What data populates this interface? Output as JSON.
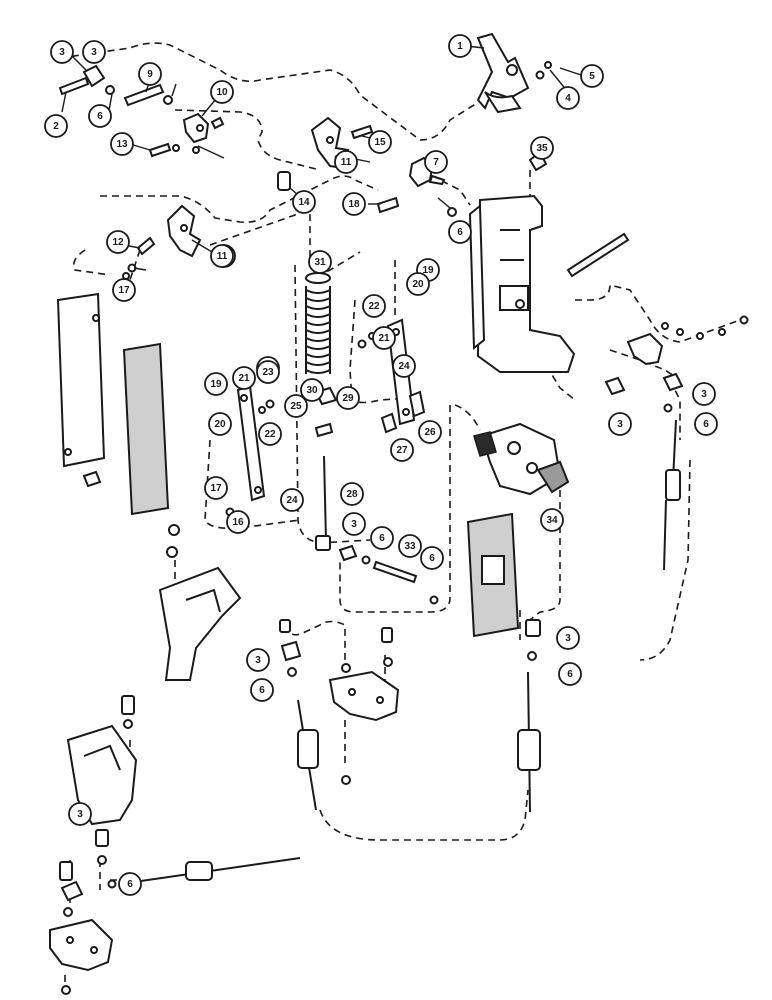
{
  "callouts": [
    {
      "n": "1"
    },
    {
      "n": "2"
    },
    {
      "n": "3"
    },
    {
      "n": "4"
    },
    {
      "n": "5"
    },
    {
      "n": "6"
    },
    {
      "n": "7"
    },
    {
      "n": "9"
    },
    {
      "n": "10"
    },
    {
      "n": "11"
    },
    {
      "n": "12"
    },
    {
      "n": "13"
    },
    {
      "n": "14"
    },
    {
      "n": "15"
    },
    {
      "n": "16"
    },
    {
      "n": "17"
    },
    {
      "n": "18"
    },
    {
      "n": "19"
    },
    {
      "n": "20"
    },
    {
      "n": "21"
    },
    {
      "n": "22"
    },
    {
      "n": "23"
    },
    {
      "n": "24"
    },
    {
      "n": "25"
    },
    {
      "n": "26"
    },
    {
      "n": "27"
    },
    {
      "n": "28"
    },
    {
      "n": "29"
    },
    {
      "n": "30"
    },
    {
      "n": "31"
    },
    {
      "n": "33"
    },
    {
      "n": "34"
    },
    {
      "n": "35"
    }
  ]
}
